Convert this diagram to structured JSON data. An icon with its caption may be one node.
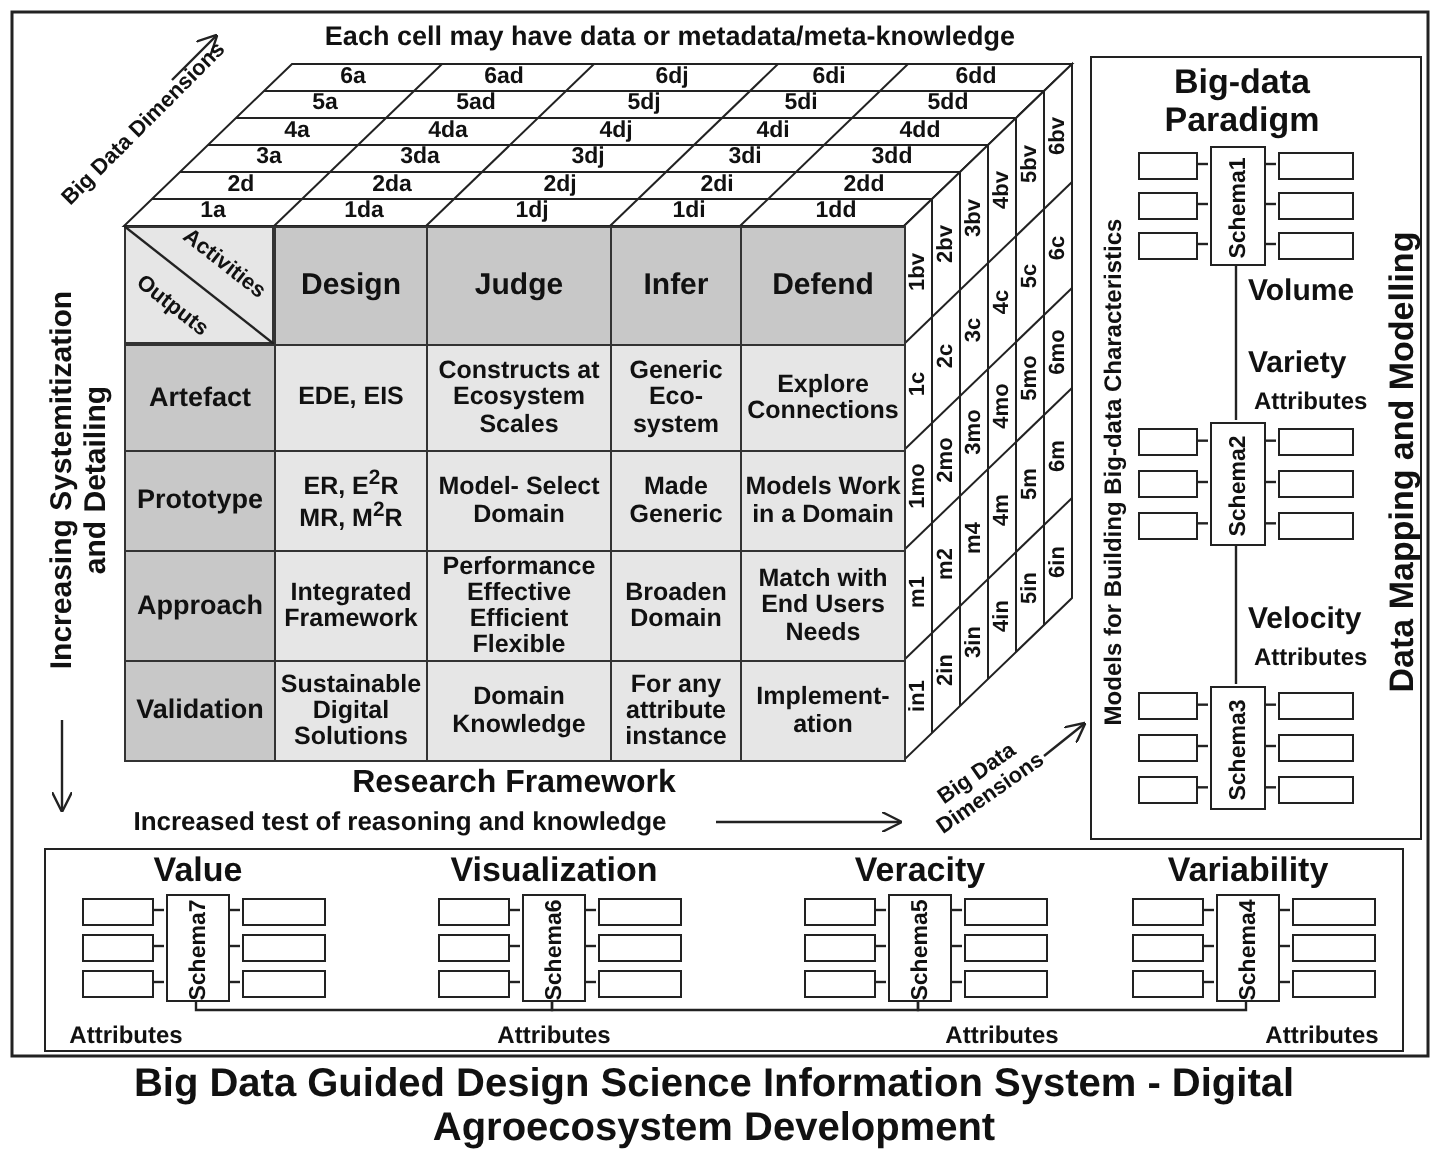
{
  "diagram": {
    "title": "Big Data Guided Design Science Information System - Digital Agroecosystem Development",
    "nodes": [
      {
        "text": [
          "Big-data Paradigm",
          "Models for Building Big-data Characteristics",
          "Data Mapping and Modelling"
        ]
      },
      {
        "text": [
          "Schema1"
        ],
        "in": 0,
        "beside": [
          "Volume"
        ]
      },
      {
        "text": [],
        "shape": "box",
        "in": 0
      },
      {
        "text": [],
        "shape": "box",
        "in": 0
      },
      {
        "text": [],
        "shape": "box",
        "in": 0
      },
      {
        "text": [],
        "shape": "box",
        "in": 0
      },
      {
        "text": [],
        "shape": "box",
        "in": 0
      },
      {
        "text": [],
        "shape": "box",
        "in": 0
      },
      {
        "text": [
          "Schema2"
        ],
        "in": 0,
        "beside": [
          "Variety",
          "Attributes"
        ]
      },
      {
        "text": [],
        "shape": "box",
        "in": 0
      },
      {
        "text": [],
        "shape": "box",
        "in": 0
      },
      {
        "text": [],
        "shape": "box",
        "in": 0
      },
      {
        "text": [],
        "shape": "box",
        "in": 0
      },
      {
        "text": [],
        "shape": "box",
        "in": 0
      },
      {
        "text": [],
        "shape": "box",
        "in": 0
      },
      {
        "text": [
          "Schema3"
        ],
        "in": 0,
        "beside": [
          "Velocity",
          "Attributes"
        ]
      },
      {
        "text": [],
        "shape": "box",
        "in": 0
      },
      {
        "text": [],
        "shape": "box",
        "in": 0
      },
      {
        "text": [],
        "shape": "box",
        "in": 0
      },
      {
        "text": [],
        "shape": "box",
        "in": 0
      },
      {
        "text": [],
        "shape": "box",
        "in": 0
      },
      {
        "text": [],
        "shape": "box",
        "in": 0
      },
      {
        "text": [],
        "shape": "box"
      },
      {
        "text": [
          "Schema7"
        ],
        "in": 22,
        "beside": [
          "Value",
          "Attributes"
        ]
      },
      {
        "text": [],
        "shape": "box",
        "in": 22
      },
      {
        "text": [],
        "shape": "box",
        "in": 22
      },
      {
        "text": [],
        "shape": "box",
        "in": 22
      },
      {
        "text": [],
        "shape": "box",
        "in": 22
      },
      {
        "text": [],
        "shape": "box",
        "in": 22
      },
      {
        "text": [],
        "shape": "box",
        "in": 22
      },
      {
        "text": [
          "Schema6"
        ],
        "in": 22,
        "beside": [
          "Visualization",
          "Attributes"
        ]
      },
      {
        "text": [],
        "shape": "box",
        "in": 22
      },
      {
        "text": [],
        "shape": "box",
        "in": 22
      },
      {
        "text": [],
        "shape": "box",
        "in": 22
      },
      {
        "text": [],
        "shape": "box",
        "in": 22
      },
      {
        "text": [],
        "shape": "box",
        "in": 22
      },
      {
        "text": [],
        "shape": "box",
        "in": 22
      },
      {
        "text": [
          "Schema5"
        ],
        "in": 22,
        "beside": [
          "Veracity",
          "Attributes"
        ]
      },
      {
        "text": [],
        "shape": "box",
        "in": 22
      },
      {
        "text": [],
        "shape": "box",
        "in": 22
      },
      {
        "text": [],
        "shape": "box",
        "in": 22
      },
      {
        "text": [],
        "shape": "box",
        "in": 22
      },
      {
        "text": [],
        "shape": "box",
        "in": 22
      },
      {
        "text": [],
        "shape": "box",
        "in": 22
      },
      {
        "text": [
          "Schema4"
        ],
        "in": 22,
        "beside": [
          "Variability",
          "Attributes"
        ]
      },
      {
        "text": [],
        "shape": "box",
        "in": 22
      },
      {
        "text": [],
        "shape": "box",
        "in": 22
      },
      {
        "text": [],
        "shape": "box",
        "in": 22
      },
      {
        "text": [],
        "shape": "box",
        "in": 22
      },
      {
        "text": [],
        "shape": "box",
        "in": 22
      },
      {
        "text": [],
        "shape": "box",
        "in": 22
      }
    ],
    "edges": [
      {
        "from": 2,
        "to": 1,
        "arrow": "none"
      },
      {
        "from": 3,
        "to": 1,
        "arrow": "none"
      },
      {
        "from": 4,
        "to": 1,
        "arrow": "none"
      },
      {
        "from": 5,
        "to": 1,
        "arrow": "none"
      },
      {
        "from": 6,
        "to": 1,
        "arrow": "none"
      },
      {
        "from": 7,
        "to": 1,
        "arrow": "none"
      },
      {
        "from": 9,
        "to": 8,
        "arrow": "none"
      },
      {
        "from": 10,
        "to": 8,
        "arrow": "none"
      },
      {
        "from": 11,
        "to": 8,
        "arrow": "none"
      },
      {
        "from": 12,
        "to": 8,
        "arrow": "none"
      },
      {
        "from": 13,
        "to": 8,
        "arrow": "none"
      },
      {
        "from": 14,
        "to": 8,
        "arrow": "none"
      },
      {
        "from": 16,
        "to": 15,
        "arrow": "none"
      },
      {
        "from": 17,
        "to": 15,
        "arrow": "none"
      },
      {
        "from": 18,
        "to": 15,
        "arrow": "none"
      },
      {
        "from": 19,
        "to": 15,
        "arrow": "none"
      },
      {
        "from": 20,
        "to": 15,
        "arrow": "none"
      },
      {
        "from": 21,
        "to": 15,
        "arrow": "none"
      },
      {
        "from": 24,
        "to": 23,
        "arrow": "none"
      },
      {
        "from": 25,
        "to": 23,
        "arrow": "none"
      },
      {
        "from": 26,
        "to": 23,
        "arrow": "none"
      },
      {
        "from": 27,
        "to": 23,
        "arrow": "none"
      },
      {
        "from": 28,
        "to": 23,
        "arrow": "none"
      },
      {
        "from": 29,
        "to": 23,
        "arrow": "none"
      },
      {
        "from": 31,
        "to": 30,
        "arrow": "none"
      },
      {
        "from": 32,
        "to": 30,
        "arrow": "none"
      },
      {
        "from": 33,
        "to": 30,
        "arrow": "none"
      },
      {
        "from": 34,
        "to": 30,
        "arrow": "none"
      },
      {
        "from": 35,
        "to": 30,
        "arrow": "none"
      },
      {
        "from": 36,
        "to": 30,
        "arrow": "none"
      },
      {
        "from": 38,
        "to": 37,
        "arrow": "none"
      },
      {
        "from": 39,
        "to": 37,
        "arrow": "none"
      },
      {
        "from": 40,
        "to": 37,
        "arrow": "none"
      },
      {
        "from": 41,
        "to": 37,
        "arrow": "none"
      },
      {
        "from": 42,
        "to": 37,
        "arrow": "none"
      },
      {
        "from": 43,
        "to": 37,
        "arrow": "none"
      },
      {
        "from": 45,
        "to": 44,
        "arrow": "none"
      },
      {
        "from": 46,
        "to": 44,
        "arrow": "none"
      },
      {
        "from": 47,
        "to": 44,
        "arrow": "none"
      },
      {
        "from": 48,
        "to": 44,
        "arrow": "none"
      },
      {
        "from": 49,
        "to": 44,
        "arrow": "none"
      },
      {
        "from": 50,
        "to": 44,
        "arrow": "none"
      },
      {
        "from": 1,
        "to": 8,
        "arrow": "none"
      },
      {
        "from": 8,
        "to": 15,
        "arrow": "none"
      },
      {
        "from": 23,
        "to": 30,
        "arrow": "none"
      },
      {
        "from": 30,
        "to": 37,
        "arrow": "none"
      },
      {
        "from": 37,
        "to": 44,
        "arrow": "none"
      }
    ],
    "labels": [
      "Each cell may have data or metadata/meta-knowledge",
      "Big Data Dimensions",
      "6a",
      "6ad",
      "6dj",
      "6di",
      "6dd",
      "5a",
      "5ad",
      "5dj",
      "5di",
      "5dd",
      "4a",
      "4da",
      "4dj",
      "4di",
      "4dd",
      "3a",
      "3da",
      "3dj",
      "3di",
      "3dd",
      "2d",
      "2da",
      "2dj",
      "2di",
      "2dd",
      "1a",
      "1da",
      "1dj",
      "1di",
      "1dd",
      "1bv",
      "1c",
      "1mo",
      "m1",
      "in1",
      "2bv",
      "2c",
      "2mo",
      "m2",
      "2in",
      "3bv",
      "3c",
      "3mo",
      "m4",
      "3in",
      "4bv",
      "4c",
      "4mo",
      "4m",
      "4in",
      "5bv",
      "5c",
      "5mo",
      "5m",
      "5in",
      "6bv",
      "6c",
      "6mo",
      "6m",
      "6in",
      "Increasing Systemitization and Detailing",
      "Activities",
      "Outputs",
      "Design",
      "Judge",
      "Infer",
      "Defend",
      "Artefact",
      "EDE, EIS",
      "Constructs at Ecosystem Scales",
      "Generic Eco- system",
      "Explore Connections",
      "Prototype",
      "ER, E$^{2}$R MR, M$^{2}$R",
      "Model- Select Domain",
      "Made Generic",
      "Models Work in a Domain",
      "Approach",
      "Integrated Framework",
      "Performance Effective Efficient Flexible",
      "Broaden Domain",
      "Match with End Users Needs",
      "Validation",
      "Sustainable Digital Solutions",
      "Domain Knowledge",
      "For any attribute instance",
      "Implement- ation",
      "Research Framework",
      "Increased test of reasoning and knowledge",
      "Big Data Dimensions"
    ]
  }
}
